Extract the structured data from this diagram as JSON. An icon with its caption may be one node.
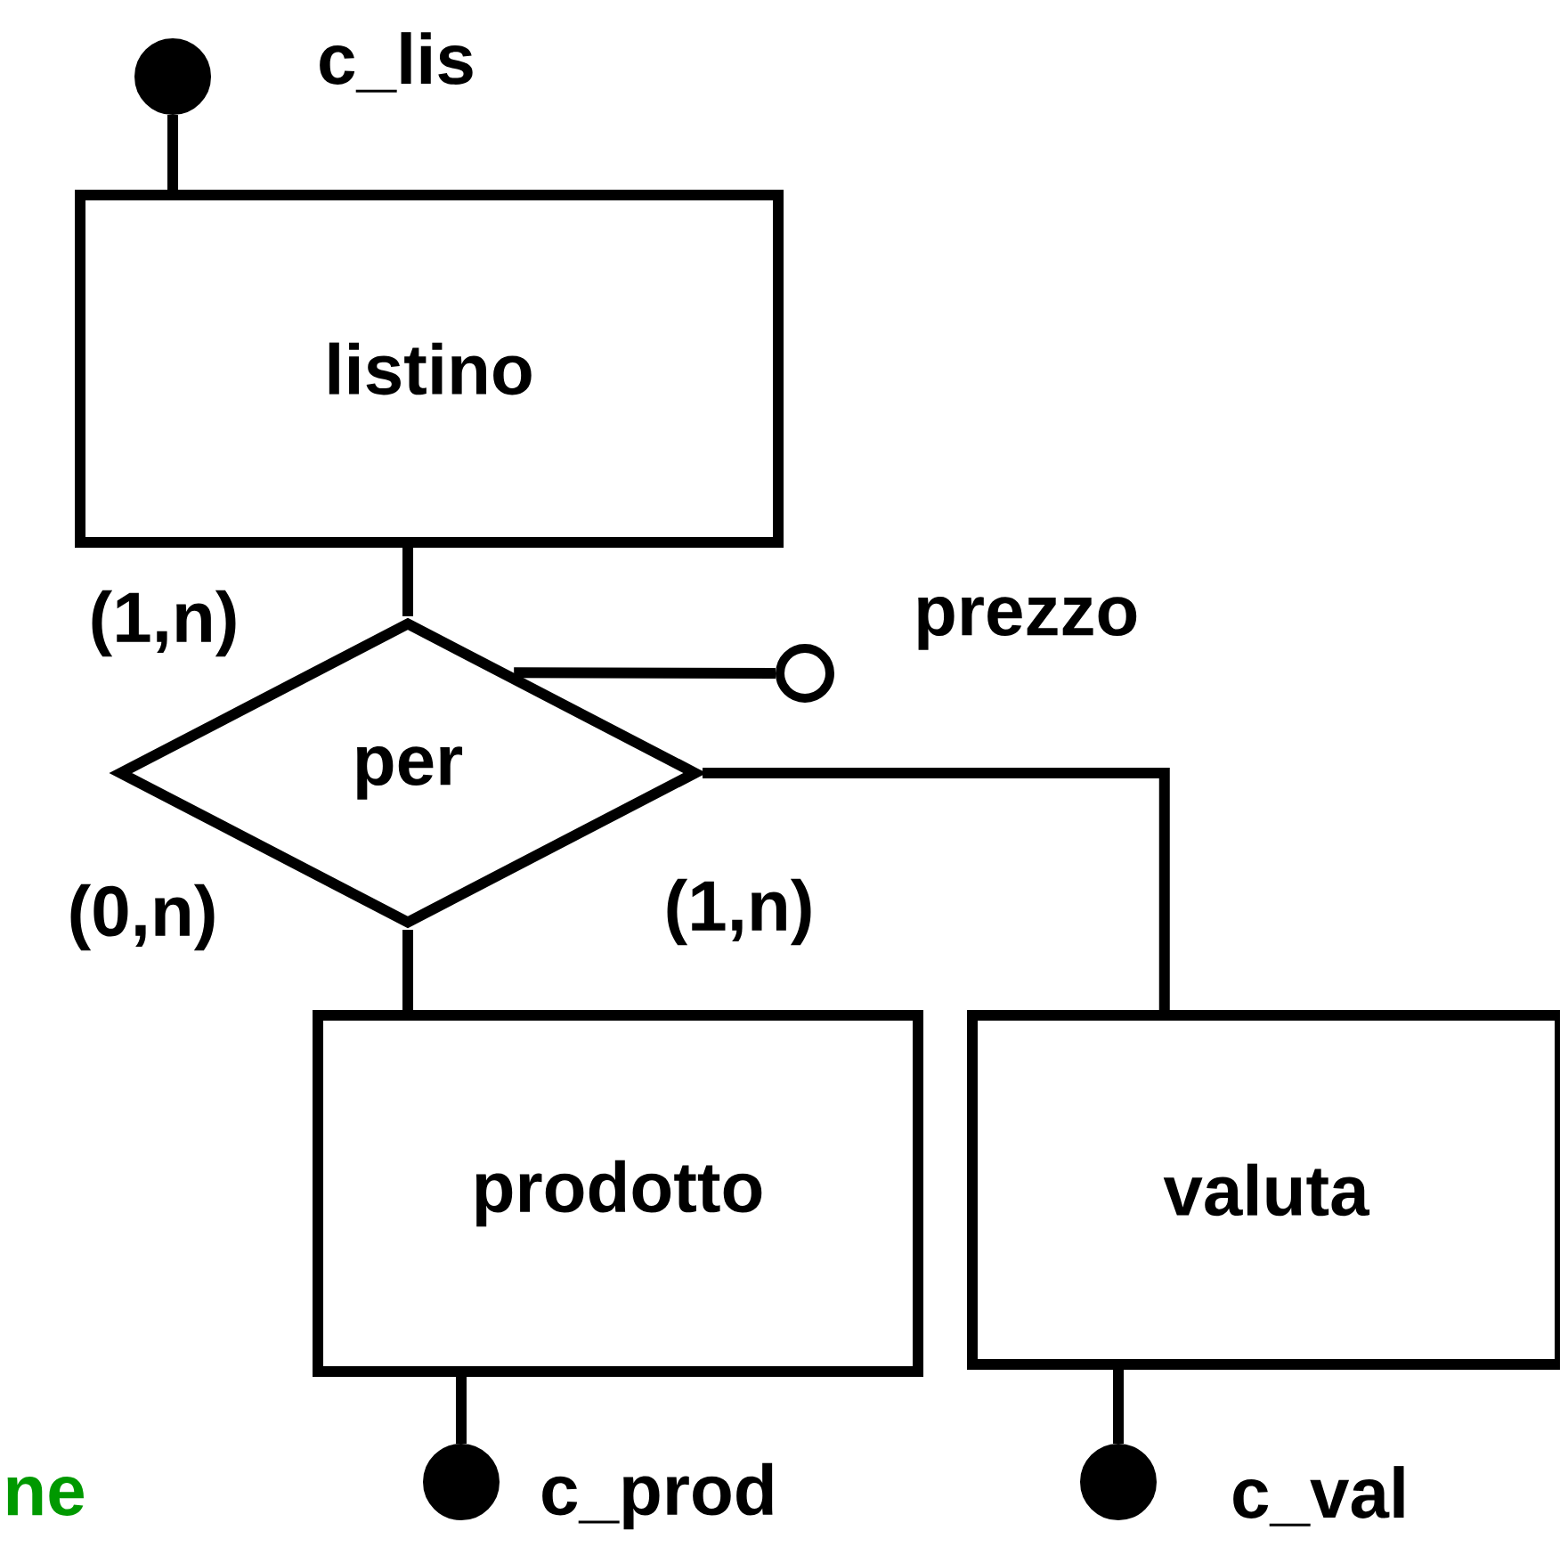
{
  "diagram": {
    "nodes": [
      {
        "text": [],
        "shape": "dot",
        "beside": [
          "c_lis"
        ]
      },
      {
        "text": [
          "listino"
        ]
      },
      {
        "text": [
          "per"
        ]
      },
      {
        "text": [],
        "shape": "circle",
        "beside": [
          "prezzo"
        ]
      },
      {
        "text": [
          "prodotto"
        ]
      },
      {
        "text": [
          "valuta"
        ]
      },
      {
        "text": [],
        "shape": "dot",
        "beside": [
          "c_prod"
        ]
      },
      {
        "text": [],
        "shape": "dot",
        "beside": [
          "c_val"
        ]
      }
    ],
    "edges": [
      {
        "from": 1,
        "to": 0,
        "arrow": "none"
      },
      {
        "from": 1,
        "to": 2,
        "arrow": "none",
        "label": "(1,n)"
      },
      {
        "from": 2,
        "to": 3,
        "arrow": "none"
      },
      {
        "from": 2,
        "to": 4,
        "arrow": "none",
        "label": "(0,n)"
      },
      {
        "from": 2,
        "to": 5,
        "arrow": "none",
        "label": "(1,n)"
      },
      {
        "from": 4,
        "to": 6,
        "arrow": "none"
      },
      {
        "from": 5,
        "to": 7,
        "arrow": "none"
      }
    ],
    "labels": [
      "ne"
    ]
  }
}
